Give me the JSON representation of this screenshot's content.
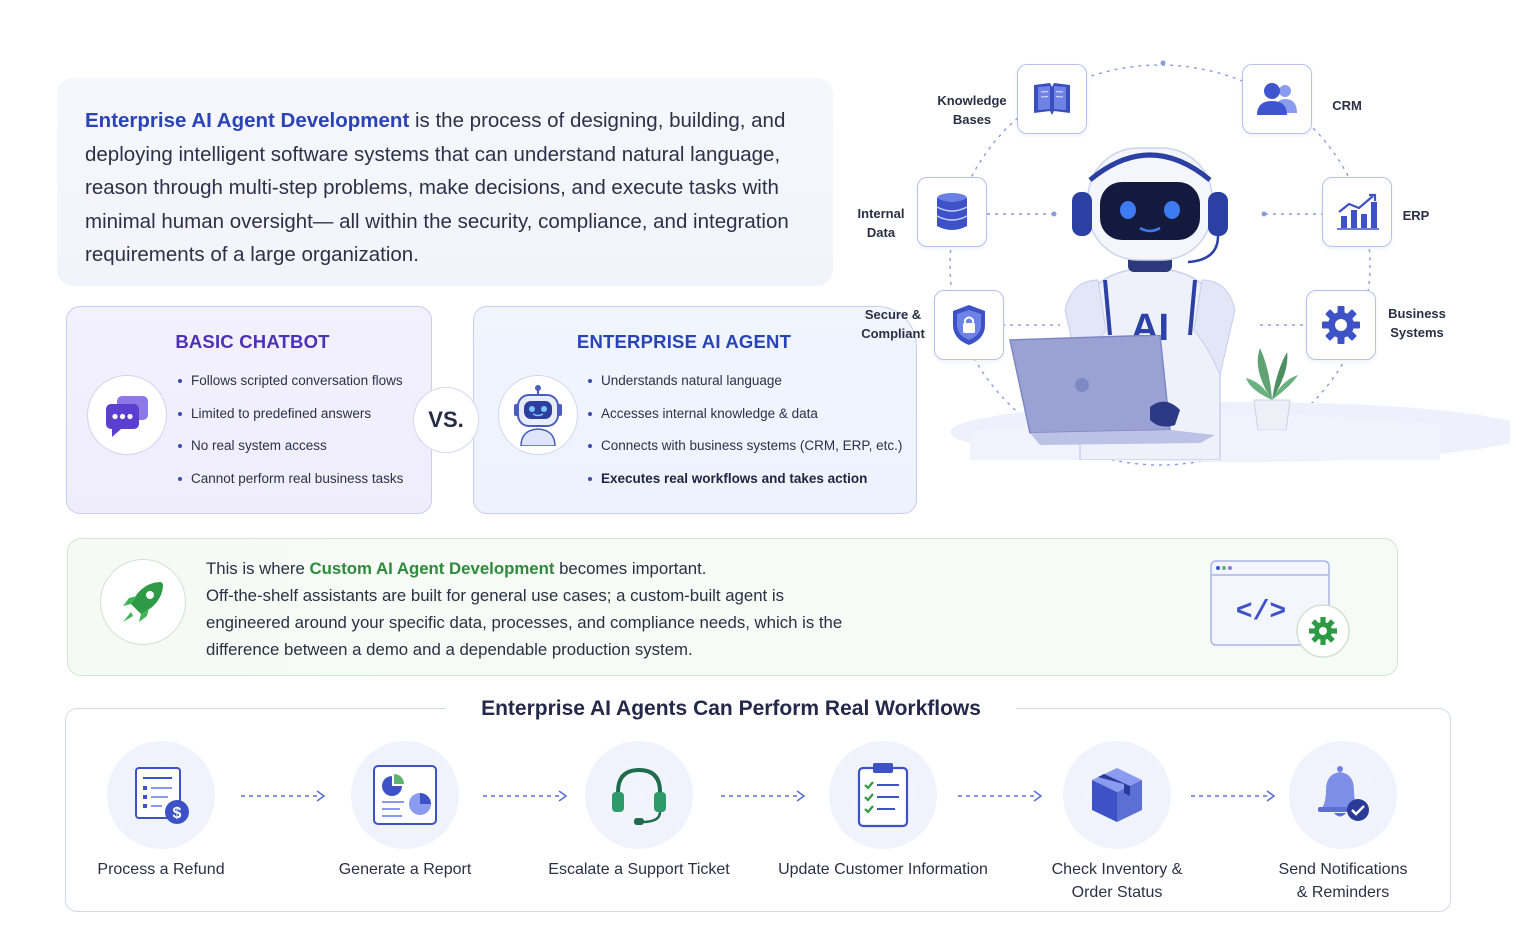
{
  "intro": {
    "highlight": "Enterprise AI Agent Development",
    "text": " is the process of designing, building, and deploying intelligent software systems that can understand natural language, reason through multi-step problems, make decisions, and execute tasks with minimal human oversight— all within the security, compliance, and integration requirements of a large organization."
  },
  "basic_chatbot": {
    "title": "BASIC CHATBOT",
    "icon": "chat-bubbles-icon",
    "items": [
      "Follows scripted conversation flows",
      "Limited to predefined answers",
      "No real system access",
      "Cannot perform real business tasks"
    ]
  },
  "vs_label": "VS.",
  "enterprise_agent": {
    "title": "ENTERPRISE AI AGENT",
    "icon": "robot-head-icon",
    "items": [
      "Understands natural language",
      "Accesses internal knowledge & data",
      "Connects with business systems (CRM, ERP, etc.)",
      "Executes real workflows and takes action"
    ]
  },
  "diagram": {
    "center_label": "AI",
    "nodes": [
      {
        "label_1": "Knowledge",
        "label_2": "Bases",
        "icon": "book-icon"
      },
      {
        "label_1": "CRM",
        "label_2": "",
        "icon": "users-icon"
      },
      {
        "label_1": "Internal",
        "label_2": "Data",
        "icon": "database-icon"
      },
      {
        "label_1": "ERP",
        "label_2": "",
        "icon": "chart-icon"
      },
      {
        "label_1": "Secure &",
        "label_2": "Compliant",
        "icon": "shield-lock-icon"
      },
      {
        "label_1": "Business",
        "label_2": "Systems",
        "icon": "gear-icon"
      }
    ]
  },
  "custom": {
    "line1_pre": "This is where ",
    "line1_highlight": "Custom AI Agent Development",
    "line1_post": " becomes important.",
    "body": "Off-the-shelf assistants are built for general use cases; a custom-built agent is engineered around your specific data, processes, and compliance needs, which is the difference between a demo and a dependable production system.",
    "code_symbol": "</>"
  },
  "workflows": {
    "title": "Enterprise AI Agents Can Perform Real Workflows",
    "steps": [
      {
        "line1": "Process a Refund",
        "line2": "",
        "icon": "refund-document-icon"
      },
      {
        "line1": "Generate a Report",
        "line2": "",
        "icon": "report-icon"
      },
      {
        "line1": "Escalate a Support Ticket",
        "line2": "",
        "icon": "headset-icon"
      },
      {
        "line1": "Update Customer Information",
        "line2": "",
        "icon": "clipboard-checklist-icon"
      },
      {
        "line1": "Check Inventory &",
        "line2": "Order Status",
        "icon": "package-icon"
      },
      {
        "line1": "Send Notifications",
        "line2": "& Reminders",
        "icon": "bell-check-icon"
      }
    ]
  }
}
